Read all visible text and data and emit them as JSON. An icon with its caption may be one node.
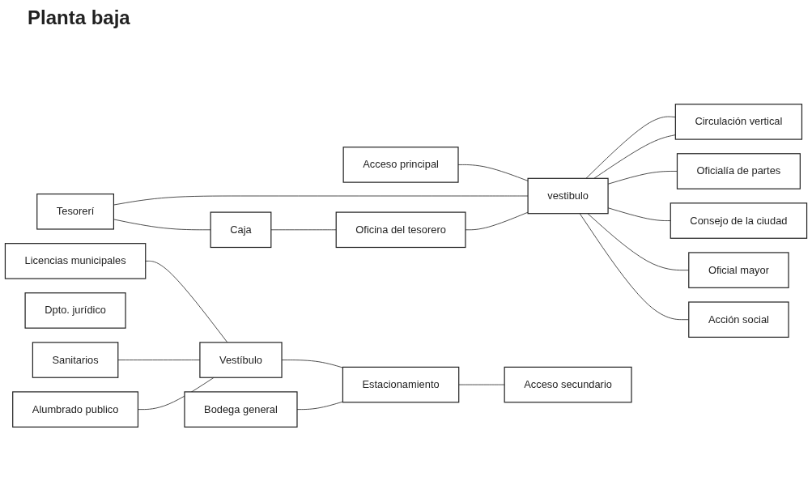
{
  "diagram": {
    "title": "Planta baja",
    "nodes": [
      {
        "text": [
          "Acceso principal"
        ]
      },
      {
        "text": [
          "Tesorerí"
        ]
      },
      {
        "text": [
          "Oficialía de partes"
        ]
      },
      {
        "text": [
          "Caja"
        ]
      },
      {
        "text": [
          "Consejo de la ciudad"
        ]
      },
      {
        "text": [
          "vestibulo"
        ]
      },
      {
        "text": [
          "Oficina del tesorero"
        ]
      },
      {
        "text": [
          "Oficial mayor"
        ]
      },
      {
        "text": [
          "Licencias municipales"
        ]
      },
      {
        "text": [
          "Circulación vertical"
        ]
      },
      {
        "text": [
          "Acción social"
        ]
      },
      {
        "text": [
          "Dpto. jurídico"
        ]
      },
      {
        "text": [
          "Vestíbulo"
        ]
      },
      {
        "text": [
          "Sanitarios"
        ]
      },
      {
        "text": [
          "Bodega general"
        ]
      },
      {
        "text": [
          "Alumbrado publico"
        ]
      },
      {
        "text": [
          "Estacionamiento"
        ]
      },
      {
        "text": [
          "Acceso secundario"
        ]
      }
    ],
    "edges": [
      {
        "from": 0,
        "to": 5,
        "arrow": "none"
      },
      {
        "from": 5,
        "to": 9,
        "arrow": "none"
      },
      {
        "from": 5,
        "to": 9,
        "arrow": "none"
      },
      {
        "from": 1,
        "to": 5,
        "arrow": "none"
      },
      {
        "from": 6,
        "to": 5,
        "arrow": "none"
      },
      {
        "from": 1,
        "to": 3,
        "arrow": "none"
      },
      {
        "from": 3,
        "to": 6,
        "arrow": "none"
      },
      {
        "from": 5,
        "to": 2,
        "arrow": "none"
      },
      {
        "from": 5,
        "to": 4,
        "arrow": "none"
      },
      {
        "from": 5,
        "to": 7,
        "arrow": "none"
      },
      {
        "from": 5,
        "to": 10,
        "arrow": "none"
      },
      {
        "from": 8,
        "to": 12,
        "arrow": "none"
      },
      {
        "from": 13,
        "to": 12,
        "arrow": "none"
      },
      {
        "from": 15,
        "to": 12,
        "arrow": "none"
      },
      {
        "from": 12,
        "to": 16,
        "arrow": "none"
      },
      {
        "from": 14,
        "to": 16,
        "arrow": "none"
      },
      {
        "from": 16,
        "to": 17,
        "arrow": "none"
      }
    ]
  }
}
